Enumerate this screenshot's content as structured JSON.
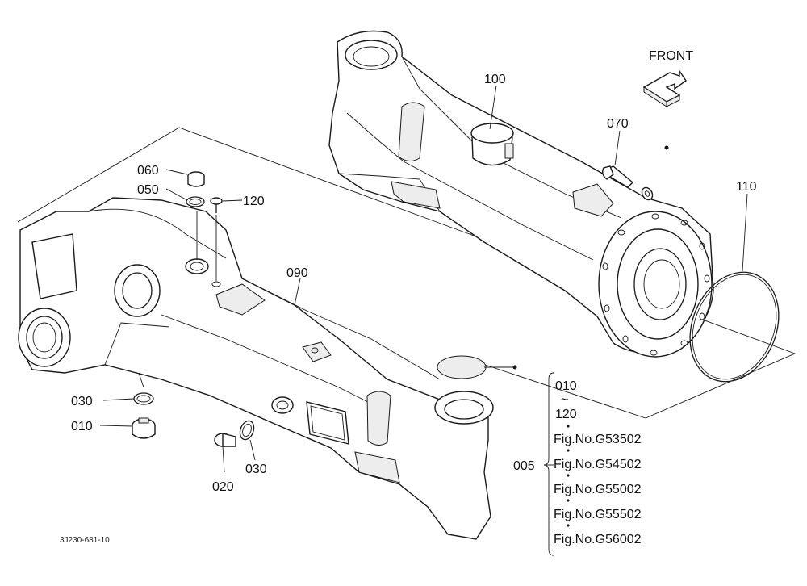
{
  "labels": {
    "front": "FRONT",
    "p100": "100",
    "p070": "070",
    "p110": "110",
    "p060": "060",
    "p050": "050",
    "p120": "120",
    "p090": "090",
    "p030a": "030",
    "p010": "010",
    "p020": "020",
    "p030b": "030",
    "p005": "005"
  },
  "range_group": {
    "start": "010",
    "tilde": "~",
    "end": "120",
    "figures": [
      "Fig.No.G53502",
      "Fig.No.G54502",
      "Fig.No.G55002",
      "Fig.No.G55502",
      "Fig.No.G56002"
    ]
  },
  "drawing_code": "3J230-681-10",
  "icons": {
    "front_arrow": "front-direction-arrow-icon"
  }
}
